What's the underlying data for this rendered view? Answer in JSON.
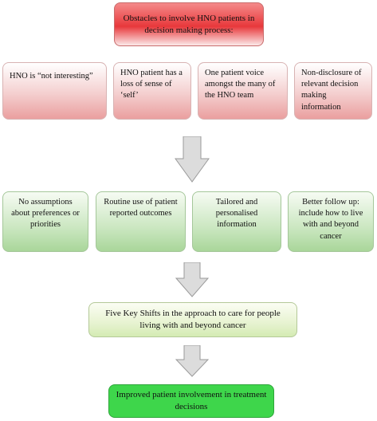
{
  "title": "Obstacles to involve HNO patients in decision making process:",
  "obstacles": [
    "HNO is “not interesting”",
    "HNO patient has a loss of sense of ‘self’",
    "One patient voice amongst the many of the HNO team",
    "Non-disclosure of relevant decision making information"
  ],
  "solutions": [
    "No assumptions about preferences or priorities",
    "Routine use of patient reported outcomes",
    "Tailored and personalised information",
    "Better follow up: include how to live with and beyond cancer"
  ],
  "key_shifts": "Five Key Shifts in the approach to care for people living with and beyond cancer",
  "outcome": "Improved patient involvement in treatment decisions",
  "colors": {
    "obstacle_fill": "#f4cfcf",
    "title_fill": "#e8383b",
    "solution_fill": "#cbe7c1",
    "key_shift_fill": "#e7f3d1",
    "outcome_fill": "#3ed64b",
    "arrow_fill": "#dcdcdc"
  }
}
